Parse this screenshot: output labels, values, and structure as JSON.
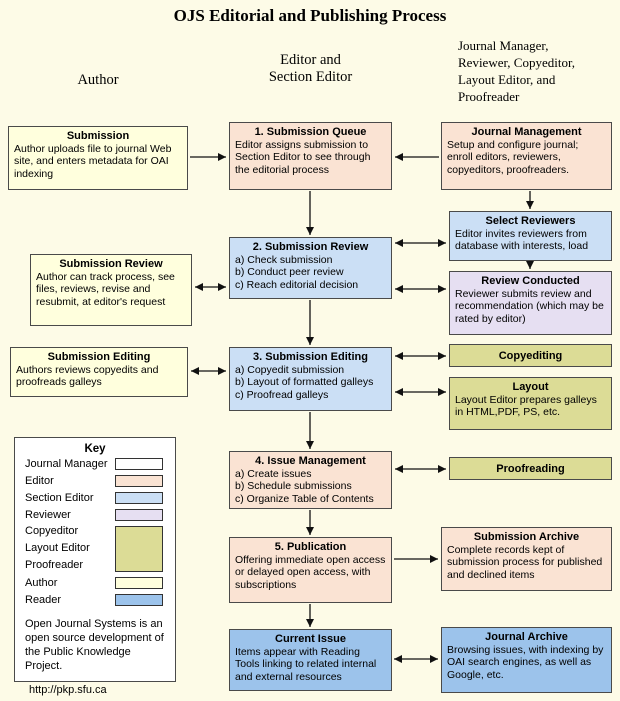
{
  "title": "OJS Editorial and Publishing Process",
  "headers": {
    "author": "Author",
    "editor": "Editor and\nSection Editor",
    "others": "Journal Manager,\nReviewer, Copyeditor,\nLayout Editor, and\nProofreader"
  },
  "colors": {
    "background": "#FDFBE7",
    "peach": "#FAE3D3",
    "light_blue": "#CBDFF5",
    "cream": "#FFFFDD",
    "lavender": "#E6DFF2",
    "olive": "#DCDC96",
    "blue": "#9CC3EB",
    "white": "#FFFFFF"
  },
  "left": {
    "submission": {
      "title": "Submission",
      "body": "Author uploads file to journal Web site, and enters metadata for OAI indexing"
    },
    "submission_review": {
      "title": "Submission Review",
      "body": "Author can track process, see files, reviews, revise and resubmit, at editor's request"
    },
    "submission_editing": {
      "title": "Submission Editing",
      "body": "Authors reviews copyedits and proofreads galleys"
    }
  },
  "middle": {
    "queue": {
      "title": "1. Submission Queue",
      "body": "Editor assigns submission to Section Editor to see through the editorial process"
    },
    "review": {
      "title": "2. Submission Review",
      "body": "a) Check submission\nb) Conduct peer review\nc) Reach editorial decision"
    },
    "editing": {
      "title": "3. Submission Editing",
      "body": "a) Copyedit submission\nb) Layout of formatted galleys\nc) Proofread galleys"
    },
    "issue": {
      "title": "4. Issue Management",
      "body": "a) Create issues\nb) Schedule submissions\nc) Organize Table of Contents"
    },
    "publication": {
      "title": "5. Publication",
      "body": "Offering immediate open access or delayed open access, with subscriptions"
    },
    "current_issue": {
      "title": "Current Issue",
      "body": "Items appear with Reading Tools linking to related internal and external resources"
    }
  },
  "right": {
    "journal_management": {
      "title": "Journal Management",
      "body": "Setup and configure journal; enroll editors, reviewers, copyeditors, proofreaders."
    },
    "select_reviewers": {
      "title": "Select Reviewers",
      "body": "Editor invites reviewers from database with interests, load"
    },
    "review_conducted": {
      "title": "Review Conducted",
      "body": "Reviewer submits review and recommendation (which may be rated by editor)"
    },
    "copyediting": {
      "title": "Copyediting"
    },
    "layout": {
      "title": "Layout",
      "body": "Layout Editor prepares galleys in HTML,PDF, PS, etc."
    },
    "proofreading": {
      "title": "Proofreading"
    },
    "submission_archive": {
      "title": "Submission Archive",
      "body": "Complete records kept of submission process for published and declined items"
    },
    "journal_archive": {
      "title": "Journal Archive",
      "body": "Browsing issues, with indexing by OAI search engines, as well as Google, etc."
    }
  },
  "key": {
    "title": "Key",
    "items": [
      {
        "label": "Journal Manager",
        "color": "#FFFFFF"
      },
      {
        "label": "Editor",
        "color": "#FAE3D3"
      },
      {
        "label": "Section Editor",
        "color": "#CBDFF5"
      },
      {
        "label": "Reviewer",
        "color": "#E6DFF2"
      }
    ],
    "group": {
      "labels": [
        "Copyeditor",
        "Layout Editor",
        "Proofreader"
      ],
      "color": "#DCDC96"
    },
    "items2": [
      {
        "label": "Author",
        "color": "#FFFFDD"
      },
      {
        "label": "Reader",
        "color": "#9CC3EB"
      }
    ],
    "note": "Open Journal Systems is an open source development of the Public Knowledge Project.",
    "url": "http://pkp.sfu.ca"
  }
}
